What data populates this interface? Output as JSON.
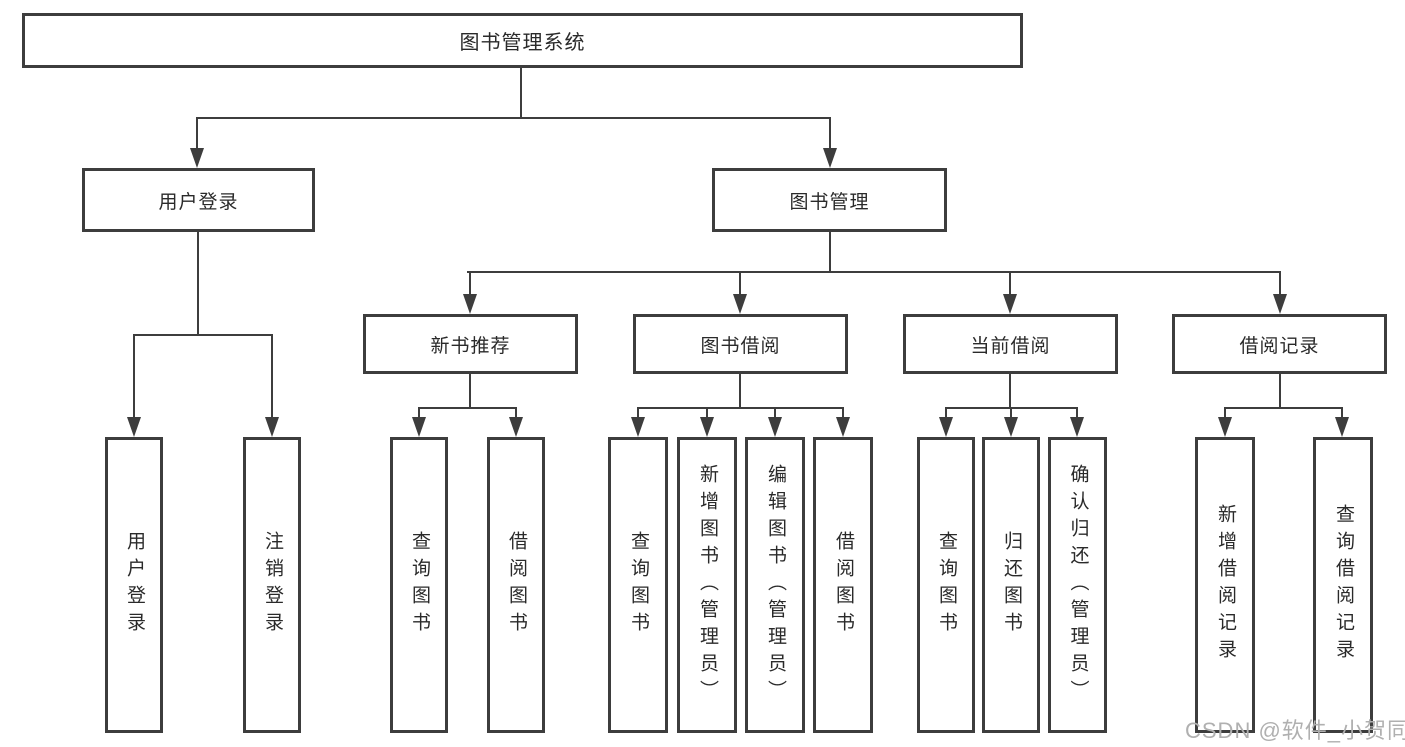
{
  "diagram": {
    "title": "图书管理系统",
    "tree": {
      "label": "图书管理系统",
      "children": [
        {
          "label": "用户登录",
          "children": [
            {
              "label": "用户登录"
            },
            {
              "label": "注销登录"
            }
          ]
        },
        {
          "label": "图书管理",
          "children": [
            {
              "label": "新书推荐",
              "children": [
                {
                  "label": "查询图书"
                },
                {
                  "label": "借阅图书"
                }
              ]
            },
            {
              "label": "图书借阅",
              "children": [
                {
                  "label": "查询图书"
                },
                {
                  "label": "新增图书（管理员）"
                },
                {
                  "label": "编辑图书（管理员）"
                },
                {
                  "label": "借阅图书"
                }
              ]
            },
            {
              "label": "当前借阅",
              "children": [
                {
                  "label": "查询图书"
                },
                {
                  "label": "归还图书"
                },
                {
                  "label": "确认归还（管理员）"
                }
              ]
            },
            {
              "label": "借阅记录",
              "children": [
                {
                  "label": "新增借阅记录"
                },
                {
                  "label": "查询借阅记录"
                }
              ]
            }
          ]
        }
      ]
    },
    "colors": {
      "line": "#3d3d3d",
      "text": "#2a2a2a",
      "background": "#ffffff",
      "watermark": "#b0b0b0"
    }
  },
  "watermark": {
    "text": "CSDN @软件_小贺同学"
  }
}
